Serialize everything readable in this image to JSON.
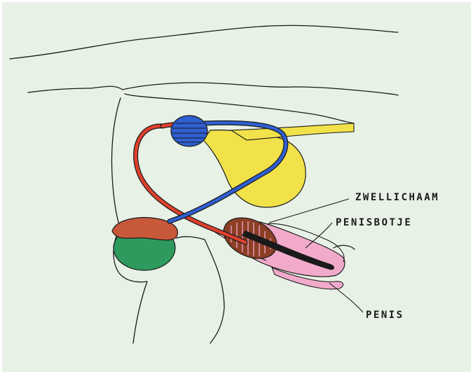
{
  "diagram": {
    "labels": {
      "zwellichaam": "ZWELLICHAAM",
      "penisbotje": "PENISBOTJE",
      "penis": "PENIS"
    },
    "colors": {
      "background": "#e8f1e6",
      "outline": "#1a1a1a",
      "vas_deferens_red": "#e0402c",
      "vas_deferens_blue": "#2f5fd0",
      "bladder_yellow": "#f2e24a",
      "testis_green": "#2f9a5e",
      "epididymis_brown": "#c8583a",
      "prostate_blue": "#2f5fd0",
      "corpus_brown": "#8c3f25",
      "penis_pink": "#f2aacb"
    }
  }
}
